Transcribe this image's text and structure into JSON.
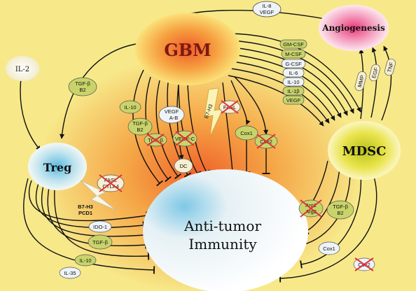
{
  "nodes": {
    "gbm": "GBM",
    "mdsc": "MDSC",
    "treg": "Treg",
    "angiogenesis": "Angiogenesis",
    "immunity_line1": "Anti-tumor",
    "immunity_line2": "Immunity",
    "il2": "IL-2",
    "dc": "DC"
  },
  "gbm_to_angio": {
    "line1": "IL-8",
    "line2": "VEGF"
  },
  "gbm_to_mdsc": [
    "GM-CSF",
    "M-CSF",
    "G-CSF",
    "IL-6",
    "IL-10",
    "IL-1β",
    "VEGF"
  ],
  "mdsc_to_angio": [
    "MMP",
    "EGF",
    "TNF"
  ],
  "gbm_to_immunity": {
    "il10": "IL-10",
    "tgfb2_line1": "TGF-β",
    "tgfb2_line2": "B2",
    "tgfb3": "TGF-β",
    "vegf_line1": "VEGF",
    "vegf_line2": "A-B",
    "vegf_c": "VEGF-C",
    "b7h3": "B7-H3",
    "fasl": "FASL",
    "cox1": "Cox1",
    "cox2": "Cox2"
  },
  "il2_to_treg_factor": {
    "line1": "TGF-β",
    "line2": "B2"
  },
  "treg_to_immunity": {
    "fasl_ctla4_line1": "FASL",
    "fasl_ctla4_line2": "CTLA4",
    "b7h3_pcd1_line1": "B7-H3",
    "b7h3_pcd1_line2": "PCD1",
    "ido1": "IDO-1",
    "tgfb": "TGF-β",
    "il10": "IL-10",
    "il35": "IL-35"
  },
  "mdsc_to_immunity": {
    "arg1_line1": "Arg1",
    "arg1_line2": "Arg2",
    "tgfb_line1": "TGF-β",
    "tgfb_line2": "B2",
    "cox1": "Cox1",
    "cox2": "Cox2"
  },
  "colors": {
    "background": "#f7e98a",
    "center_orange": "#f07a2a",
    "pill_green": "#c8d46a",
    "pill_white": "#eef3f7",
    "inhibit_red": "#e0303a"
  }
}
